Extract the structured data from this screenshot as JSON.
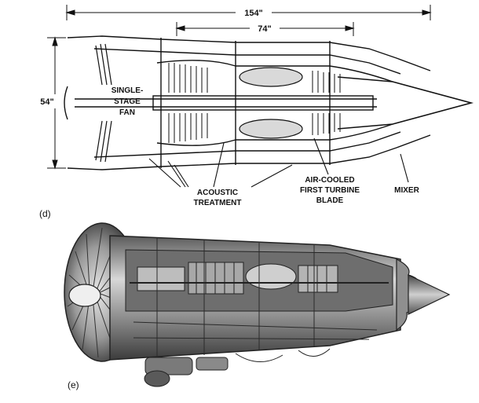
{
  "figure_d": {
    "panel_label": "(d)",
    "dim_overall_length": "154\"",
    "dim_core_length": "74\"",
    "dim_diameter": "54\"",
    "labels": {
      "fan_line1": "SINGLE-",
      "fan_line2": "STAGE",
      "fan_line3": "FAN",
      "acoustic_line1": "ACOUSTIC",
      "acoustic_line2": "TREATMENT",
      "turbine_line1": "AIR-COOLED",
      "turbine_line2": "FIRST TURBINE",
      "turbine_line3": "BLADE",
      "mixer": "MIXER"
    }
  },
  "figure_e": {
    "panel_label": "(e)"
  },
  "colors": {
    "ink": "#111111",
    "background": "#ffffff",
    "photo_mid": "#9a9a9a",
    "photo_dark": "#3a3a3a"
  }
}
